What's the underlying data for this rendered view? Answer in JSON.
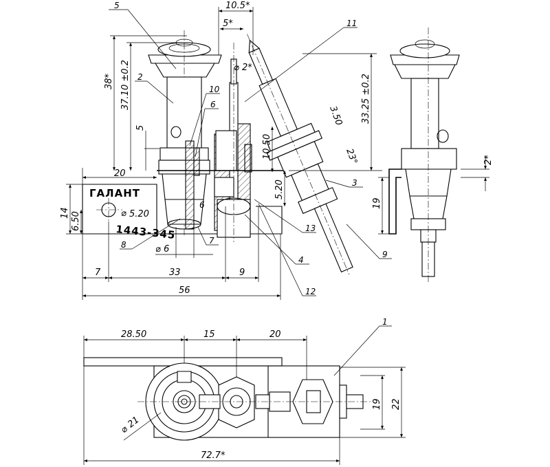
{
  "drawing": {
    "labels": {
      "plate_brand": "ГАЛАНТ",
      "plate_code": "1443-345",
      "diameter_plate_hole": "5.20",
      "diameter_6": "6",
      "diameter_21": "21",
      "diameter_2": "2*"
    },
    "dimensions": {
      "d_10_5": "10.5*",
      "d_5_top": "5*",
      "d_38": "38*",
      "d_37_10": "37.10 ±0.2",
      "d_33_25": "33.25 ±0.2",
      "d_3_50": "3.50",
      "d_23deg": "23°",
      "d_10_50": "10.50",
      "d_5_20": "5.20",
      "d_5_left": "5",
      "d_20_top": "20",
      "d_14": "14",
      "d_6_50": "6.50",
      "d_7": "7",
      "d_33": "33",
      "d_9": "9",
      "d_56": "56",
      "d_2_side": "2*",
      "d_19_side": "19",
      "d_28_50": "28.50",
      "d_15": "15",
      "d_20_bottom": "20",
      "d_19_bottom": "19",
      "d_22": "22",
      "d_72_7": "72.7*"
    },
    "callouts": [
      "1",
      "2",
      "3",
      "4",
      "5",
      "6",
      "6",
      "7",
      "8",
      "9",
      "10",
      "11",
      "12",
      "13"
    ]
  }
}
